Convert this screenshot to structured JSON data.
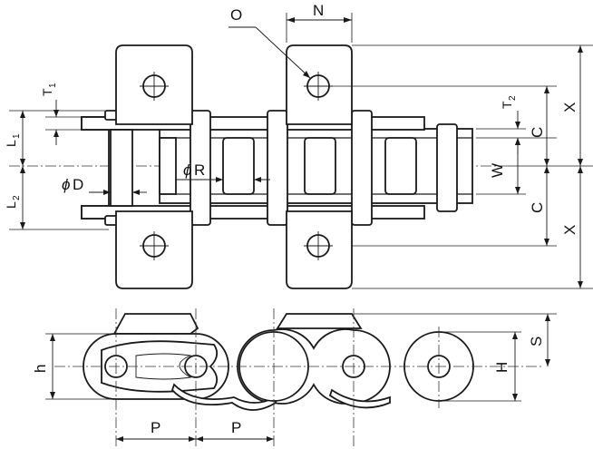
{
  "labels": {
    "O": "O",
    "N": "N",
    "T1_main": "T",
    "T1_sub": "1",
    "T2_main": "T",
    "T2_sub": "2",
    "L1_main": "L",
    "L1_sub": "1",
    "L2_main": "L",
    "L2_sub": "2",
    "phiD_sym": "ϕ",
    "phiD_letter": "D",
    "phiR_sym": "ϕ",
    "phiR_letter": "R",
    "C_top": "C",
    "C_bottom": "C",
    "X_top": "X",
    "X_bottom": "X",
    "W": "W",
    "h": "h",
    "H": "H",
    "S": "S",
    "P_left": "P",
    "P_right": "P"
  }
}
